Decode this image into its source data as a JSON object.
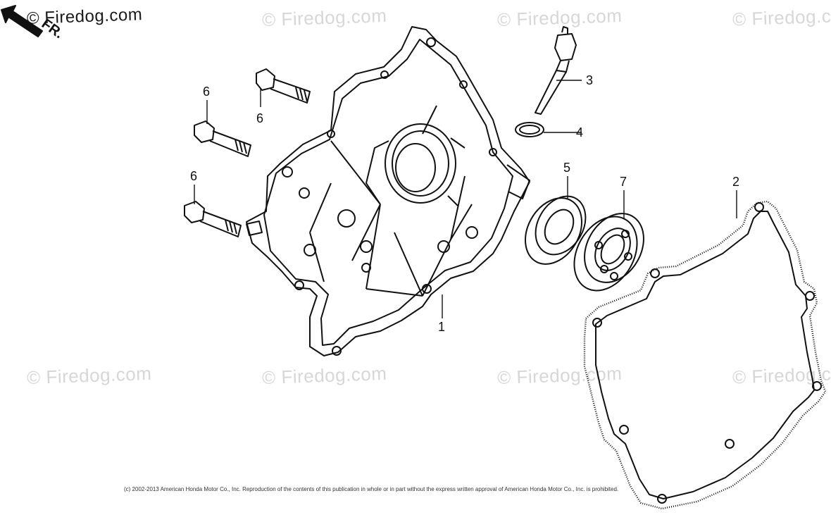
{
  "watermarks": [
    "© Firedog.com",
    "© Firedog.com",
    "© Firedog.com",
    "© Firedog.c",
    "© Firedog.com",
    "© Firedog.com",
    "© Firedog.com",
    "© Firedog.c"
  ],
  "orientation_label": "FR.",
  "callouts": {
    "c1": "1",
    "c2": "2",
    "c3": "3",
    "c4": "4",
    "c5": "5",
    "c6a": "6",
    "c6b": "6",
    "c6c": "6",
    "c7": "7"
  },
  "copyright": "(c) 2002-2013 American Honda Motor Co., Inc. Reproduction of the contents of this publication in whole or in part without the express written approval of American Honda Motor Co., Inc. is prohibited."
}
